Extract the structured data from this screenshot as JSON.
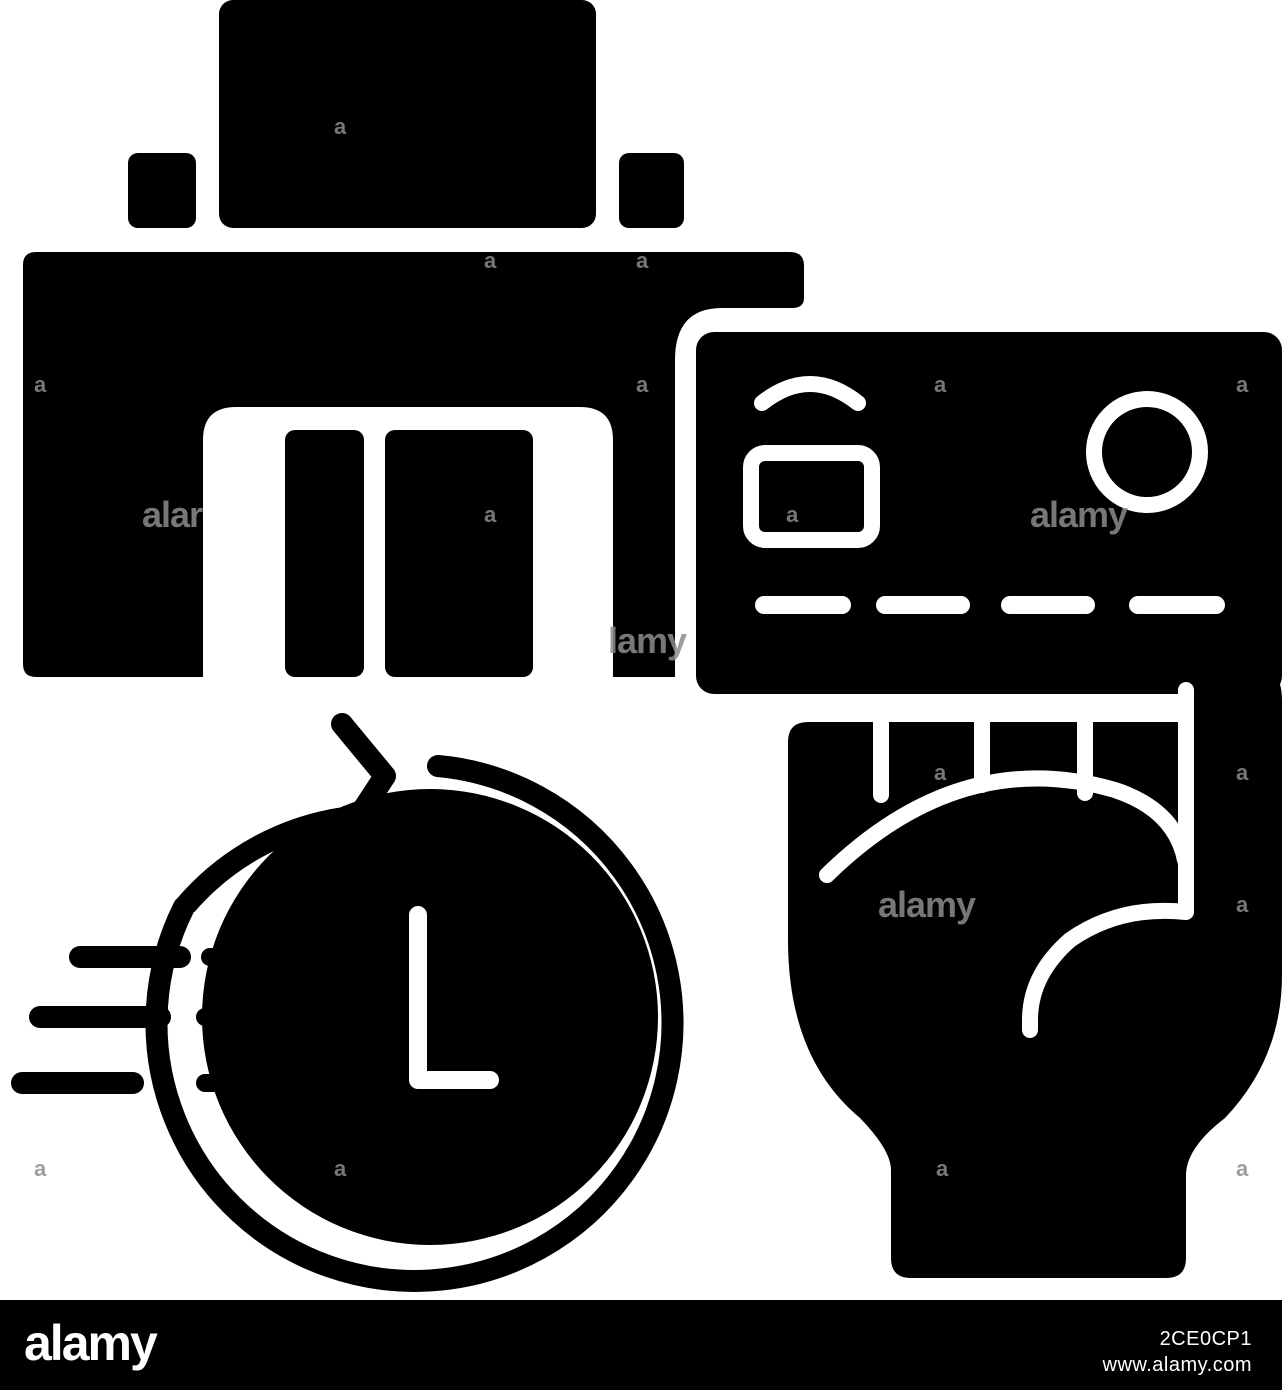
{
  "icons": {
    "store": "store-building-icon",
    "card": "credit-card-icon",
    "hand": "hand-holding-card-icon",
    "clock": "fast-clock-refresh-icon"
  },
  "colors": {
    "glyph": "#000000",
    "background": "#ffffff",
    "watermark": "#8c8c8c",
    "footer": "#000000"
  },
  "watermark": {
    "word": "alamy",
    "fragment_left": "alar",
    "fragment_mid": "lamy",
    "dot": "a"
  },
  "footer": {
    "logo": "alamy",
    "image_id": "2CE0CP1",
    "url": "www.alamy.com"
  }
}
